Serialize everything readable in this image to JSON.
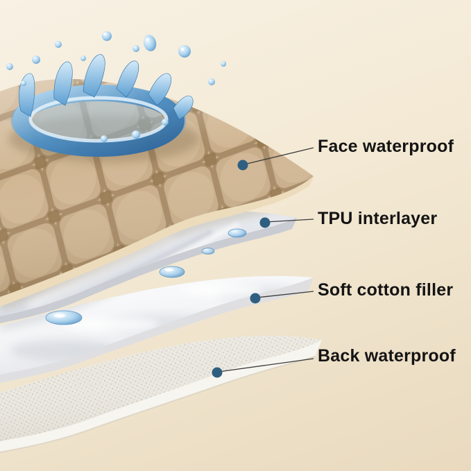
{
  "diagram": {
    "kind": "layered-product-cutaway",
    "layer_count": 4
  },
  "callouts": [
    {
      "id": "face",
      "label": "Face waterproof"
    },
    {
      "id": "tpu",
      "label": "TPU interlayer"
    },
    {
      "id": "cotton",
      "label": "Soft cotton filler"
    },
    {
      "id": "back",
      "label": "Back waterproof"
    }
  ],
  "colors": {
    "background_top": "#f8f1e4",
    "background_bottom": "#e9dabf",
    "label_text": "#141414",
    "callout_dot": "#2f5f80",
    "leader_line": "#3a3a3a",
    "fabric_tan": "#c9ae8a",
    "fabric_stitch": "#a1845f",
    "water_blue": "#4f8dc0",
    "tpu_gray": "#dfe2e6",
    "cotton_white": "#fafafb",
    "back_weave": "#ebe8e1"
  }
}
